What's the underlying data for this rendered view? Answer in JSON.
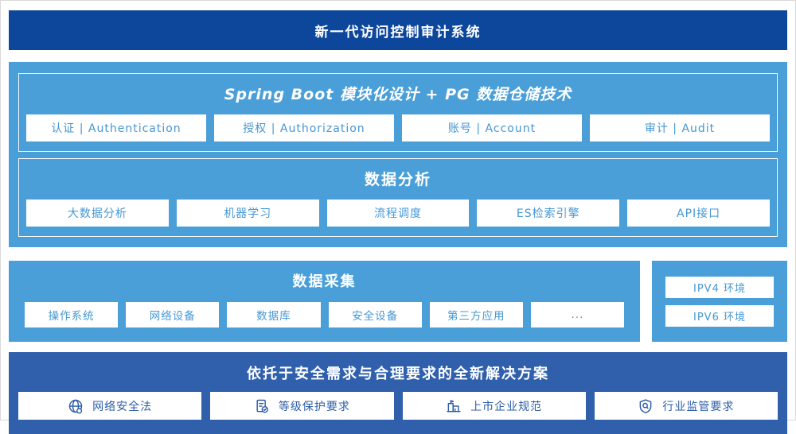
{
  "banner": {
    "title": "新一代访问控制审计系统"
  },
  "platform": {
    "architecture": {
      "title": "Spring Boot 模块化设计 + PG 数据仓储技术",
      "modules": [
        "认证 | Authentication",
        "授权 | Authorization",
        "账号 | Account",
        "审计 | Audit"
      ]
    },
    "analysis": {
      "title": "数据分析",
      "modules": [
        "大数据分析",
        "机器学习",
        "流程调度",
        "ES检索引擎",
        "API接口"
      ]
    }
  },
  "collection": {
    "title": "数据采集",
    "sources": [
      "操作系统",
      "网络设备",
      "数据库",
      "安全设备",
      "第三方应用",
      "..."
    ],
    "environments": [
      "IPV4 环境",
      "IPV6 环境"
    ]
  },
  "solution": {
    "title": "依托于安全需求与合理要求的全新解决方案",
    "items": [
      {
        "icon": "globe-security-icon",
        "label": "网络安全法"
      },
      {
        "icon": "document-check-icon",
        "label": "等级保护要求"
      },
      {
        "icon": "building-icon",
        "label": "上市企业规范"
      },
      {
        "icon": "shield-search-icon",
        "label": "行业监管要求"
      }
    ]
  },
  "colors": {
    "banner_navy": "#0d479c",
    "solution_navy": "#3060ac",
    "sky_blue": "#4a9fd9",
    "sky_box_text": "#4697d3",
    "navy_box_text": "#2b5ca6"
  }
}
